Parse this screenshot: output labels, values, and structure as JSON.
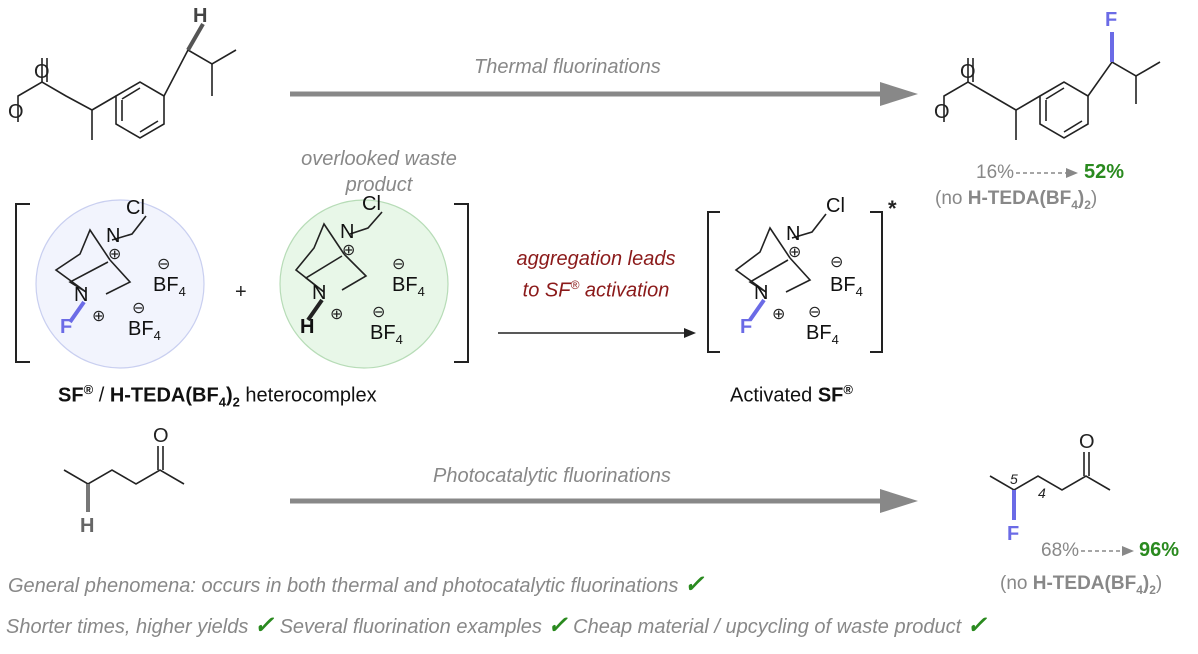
{
  "top_arrow_label": "Thermal fluorinations",
  "bottom_arrow_label": "Photocatalytic fluorinations",
  "waste_label_line1": "overlooked waste",
  "waste_label_line2": "product",
  "aggregation_line1": "aggregation leads",
  "aggregation_line2": "to SF",
  "aggregation_sup": "®",
  "aggregation_line2_end": " activation",
  "heterocomplex": {
    "sf": "SF",
    "sup": "®",
    "slash": " / ",
    "hteda_prefix": "H-TEDA(BF",
    "sub4": "4",
    "paren": ")",
    "sub2": "2",
    "suffix": " heterocomplex"
  },
  "activated": {
    "prefix": "Activated ",
    "sf": "SF",
    "sup": "®"
  },
  "asterisk": "*",
  "yield_thermal": {
    "from": "16%",
    "to": "52%"
  },
  "yield_photo": {
    "from": "68%",
    "to": "96%"
  },
  "no_hteda": {
    "open": "(no ",
    "hteda_prefix": "H-TEDA(BF",
    "sub4": "4",
    "paren": ")",
    "sub2": "2",
    "close": ")"
  },
  "features": {
    "general": "General phenomena: occurs in both thermal and photocatalytic fluorinations",
    "shorter": "Shorter times, higher yields",
    "several": "Several fluorination examples",
    "cheap": "Cheap material / upcycling of waste product"
  },
  "atoms": {
    "H": "H",
    "F": "F",
    "O": "O",
    "N": "N",
    "Cl": "Cl",
    "BF": "BF",
    "sub4": "4",
    "plus": "+",
    "five": "5",
    "four": "4"
  },
  "colors": {
    "fluorine": "#6b6be6",
    "green": "#2a8a1f",
    "dark_red": "#8b1a1a",
    "grey_arrow": "#888888",
    "blue_circle": "#f2f4fd",
    "green_circle": "#e8f7e8"
  }
}
